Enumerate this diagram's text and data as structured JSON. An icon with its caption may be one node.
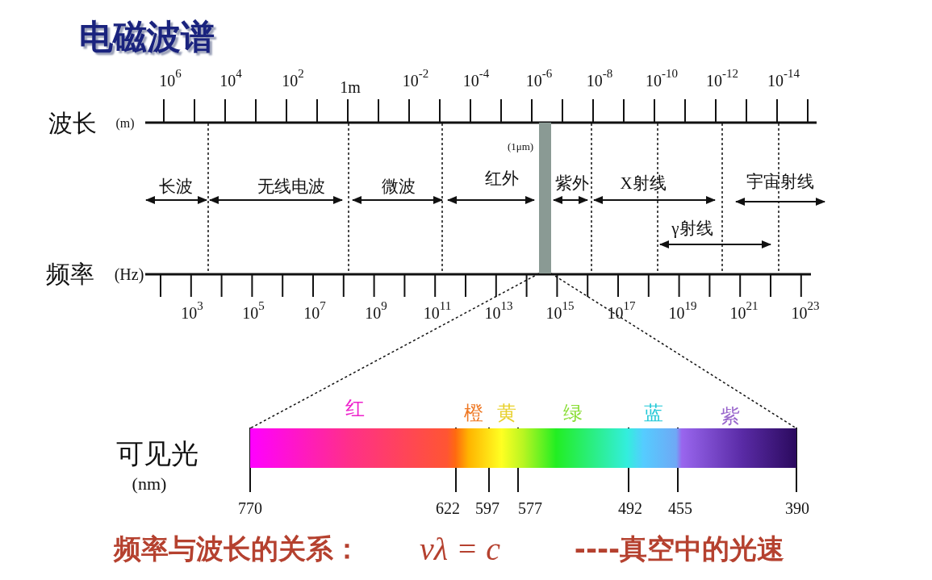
{
  "diagram": {
    "title": "电磁波谱",
    "nodes": [
      {
        "text": [],
        "shape": "bar"
      },
      {
        "text": [],
        "shape": "bar"
      }
    ],
    "edges": [
      {
        "from": 0,
        "to": 1,
        "arrow": "none",
        "style": "dashed"
      },
      {
        "from": 0,
        "to": 1,
        "arrow": "none",
        "style": "dashed"
      }
    ],
    "labels": [
      "10$^{6}$",
      "10$^{4}$",
      "10$^{2}$",
      "1m",
      "10$^{-2}$",
      "10$^{-4}$",
      "10$^{-6}$",
      "10$^{-8}$",
      "10$^{-10}$",
      "10$^{-12}$",
      "10$^{-14}$",
      "波长",
      "(m)",
      "(1μm)",
      "长波",
      "无线电波",
      "微波",
      "红外",
      "紫外",
      "X射线",
      "宇宙射线",
      "γ射线",
      "频率",
      "(Hz)",
      "10$^{3}$",
      "10$^{5}$",
      "10$^{7}$",
      "10$^{9}$",
      "10$^{11}$",
      "10$^{13}$",
      "10$^{15}$",
      "10$^{17}$",
      "10$^{19}$",
      "10$^{21}$",
      "10$^{23}$",
      "红",
      "橙",
      "黄",
      "绿",
      "蓝",
      "紫",
      "可见光",
      "(nm)",
      "770",
      "622",
      "597",
      "577",
      "492",
      "455",
      "390",
      "频率与波长的关系：",
      "vλ = c",
      "----真空中的光速"
    ]
  }
}
